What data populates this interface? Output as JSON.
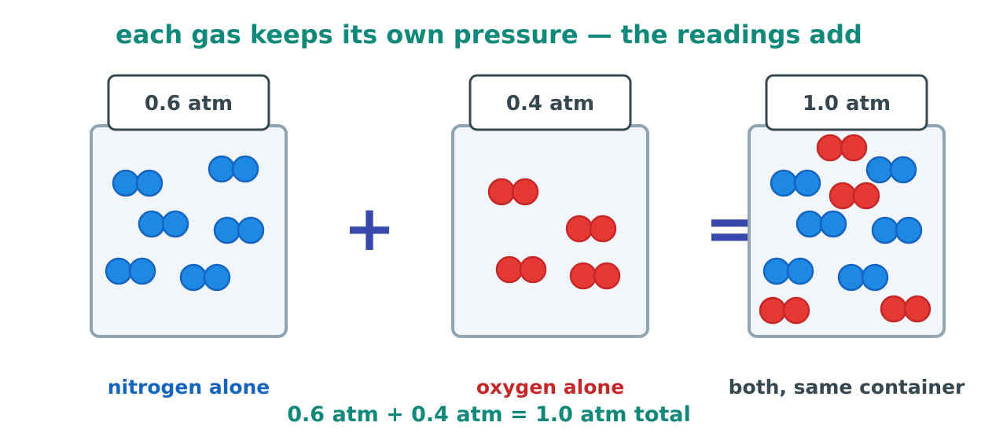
{
  "title": "each gas keeps its own pressure — the readings add",
  "colors": {
    "title": "#11897a",
    "gauge_text": "#37474f",
    "gauge_border": "#37474f",
    "container_fill": "#f2f6fa",
    "container_border": "#90a4b3",
    "nitrogen_fill": "#1e88e5",
    "nitrogen_stroke": "#1565c0",
    "oxygen_fill": "#e53935",
    "oxygen_stroke": "#c62828",
    "operator": "#3949ab",
    "equation": "#11897a"
  },
  "containers": [
    {
      "gauge": "0.6 atm",
      "caption": "nitrogen alone",
      "caption_color": "#1565c0",
      "molecules": [
        {
          "gas": "nitrogen"
        },
        {
          "gas": "nitrogen"
        },
        {
          "gas": "nitrogen"
        },
        {
          "gas": "nitrogen"
        },
        {
          "gas": "nitrogen"
        },
        {
          "gas": "nitrogen"
        }
      ]
    },
    {
      "gauge": "0.4 atm",
      "caption": "oxygen alone",
      "caption_color": "#c62828",
      "molecules": [
        {
          "gas": "oxygen"
        },
        {
          "gas": "oxygen"
        },
        {
          "gas": "oxygen"
        },
        {
          "gas": "oxygen"
        }
      ]
    },
    {
      "gauge": "1.0 atm",
      "caption": "both, same container",
      "caption_color": "#37474f",
      "molecules": [
        {
          "gas": "oxygen"
        },
        {
          "gas": "nitrogen"
        },
        {
          "gas": "nitrogen"
        },
        {
          "gas": "oxygen"
        },
        {
          "gas": "nitrogen"
        },
        {
          "gas": "nitrogen"
        },
        {
          "gas": "nitrogen"
        },
        {
          "gas": "nitrogen"
        },
        {
          "gas": "oxygen"
        },
        {
          "gas": "oxygen"
        }
      ]
    }
  ],
  "operators": [
    "+",
    "="
  ],
  "equation": "0.6 atm  +  0.4 atm  =  1.0 atm total"
}
